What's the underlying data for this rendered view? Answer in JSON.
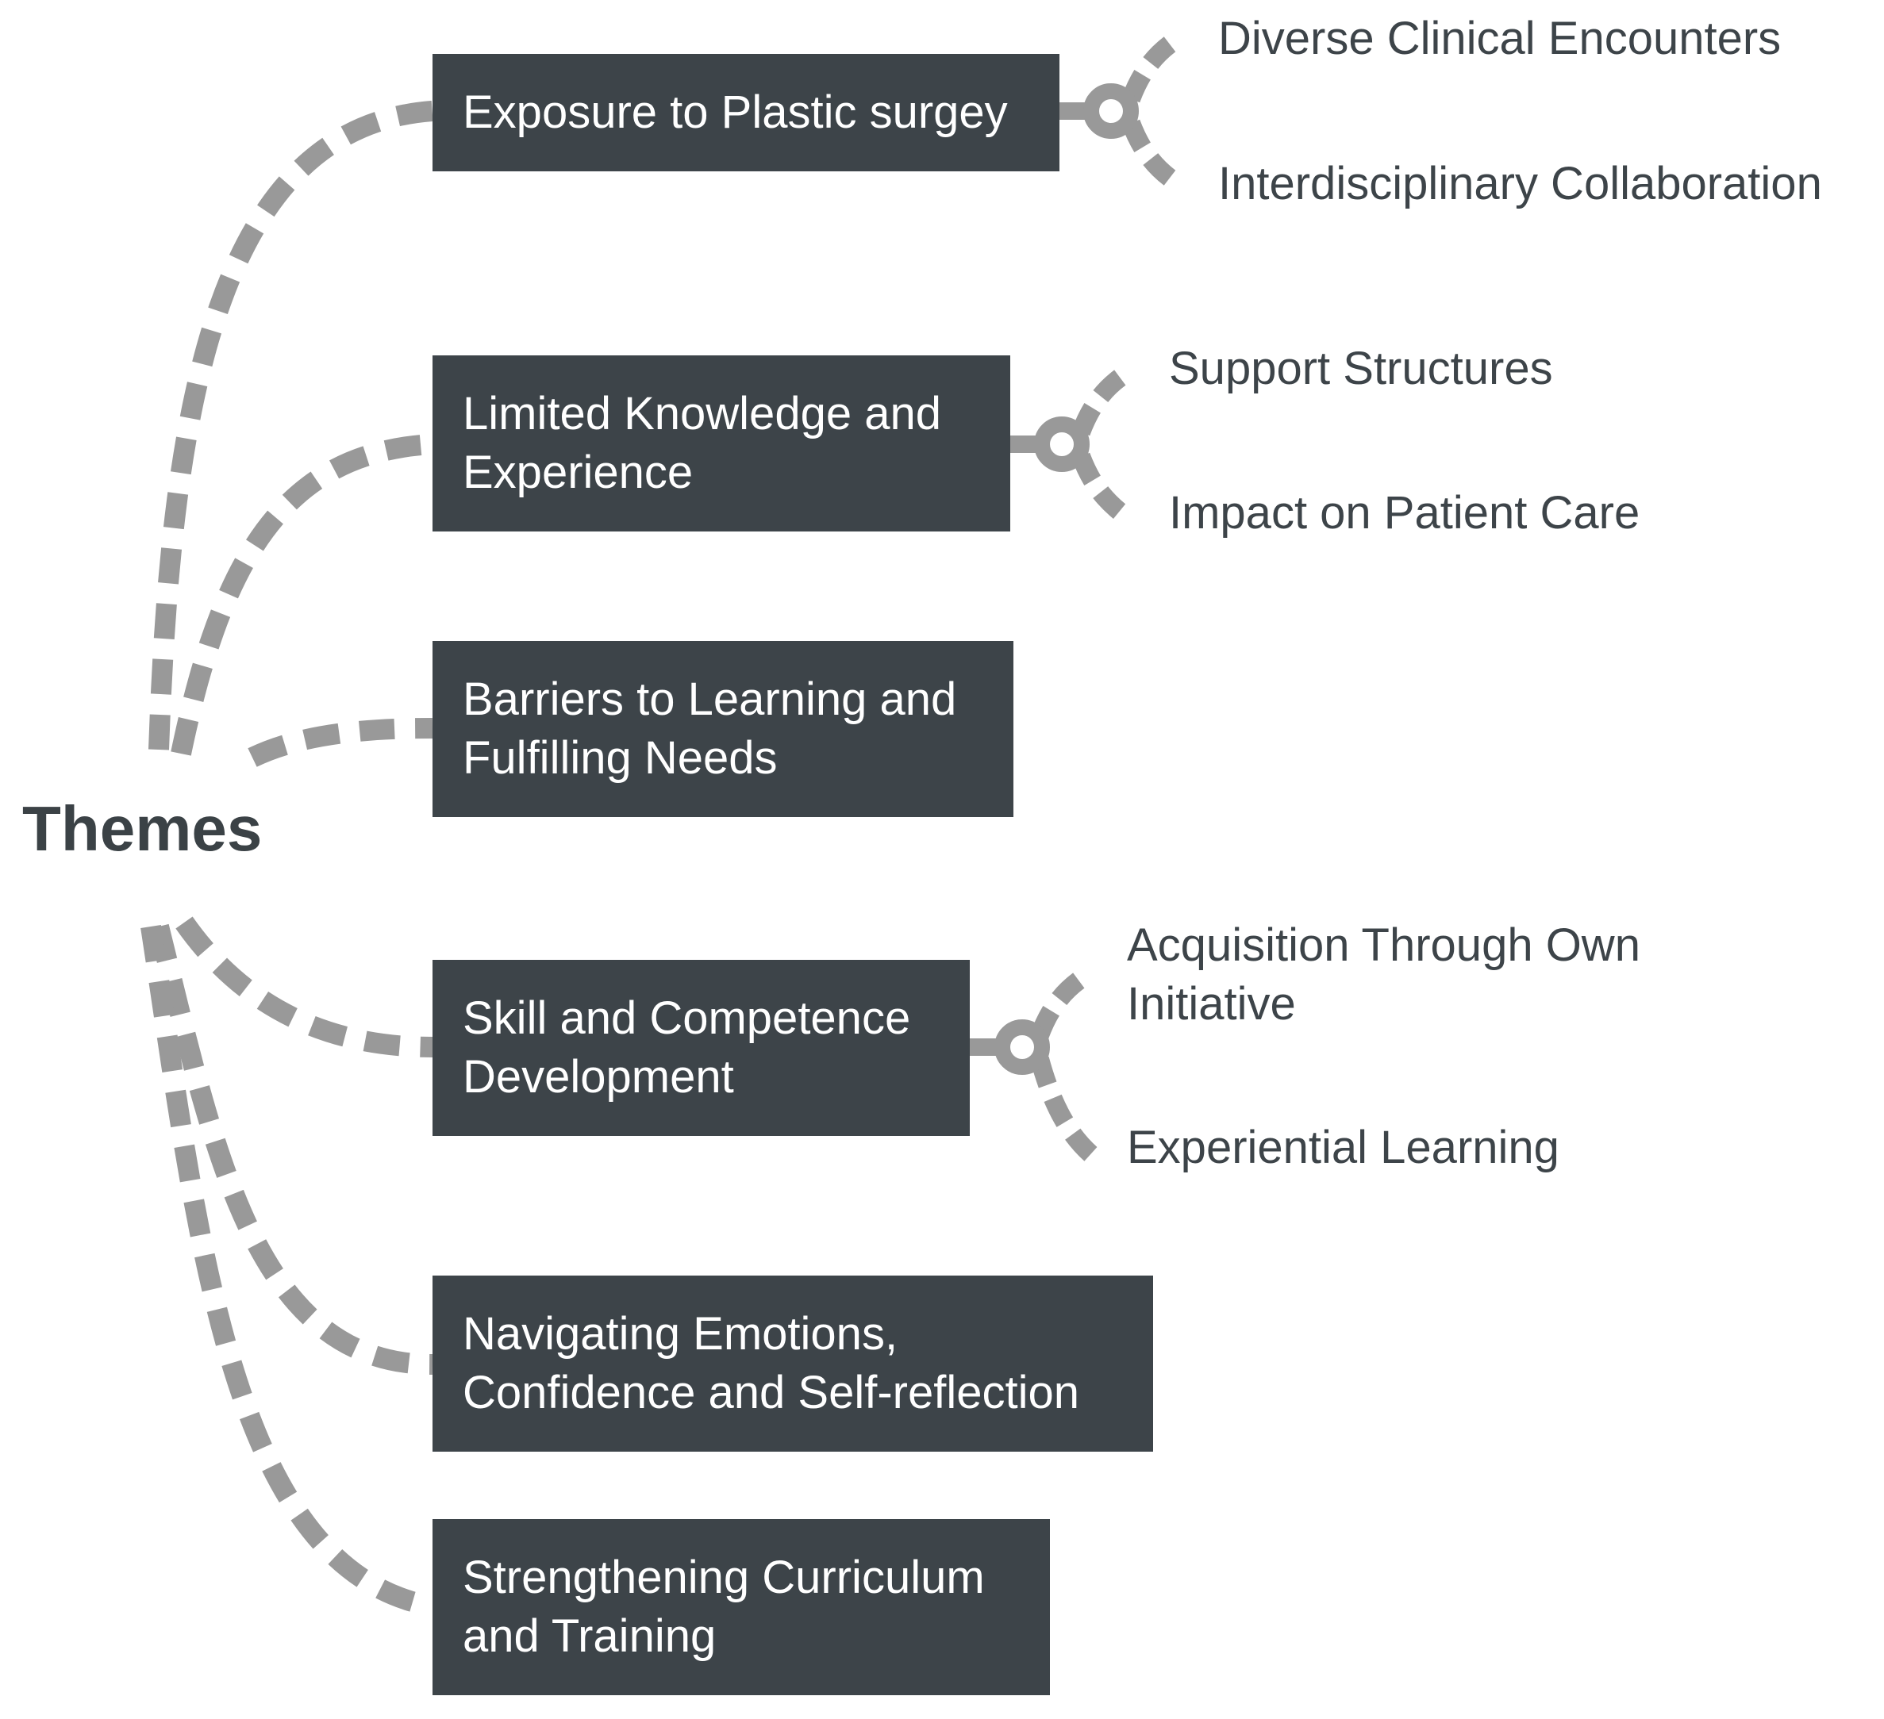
{
  "root": {
    "label": "Themes"
  },
  "themes": [
    {
      "lines": [
        "Exposure to Plastic surgey"
      ],
      "subthemes": [
        {
          "lines": [
            "Diverse Clinical Encounters"
          ]
        },
        {
          "lines": [
            "Interdisciplinary Collaboration"
          ]
        }
      ]
    },
    {
      "lines": [
        "Limited Knowledge and",
        "Experience"
      ],
      "subthemes": [
        {
          "lines": [
            "Support Structures"
          ]
        },
        {
          "lines": [
            "Impact on Patient Care"
          ]
        }
      ]
    },
    {
      "lines": [
        "Barriers to Learning and",
        "Fulfilling Needs"
      ],
      "subthemes": []
    },
    {
      "lines": [
        "Skill and Competence",
        "Development"
      ],
      "subthemes": [
        {
          "lines": [
            "Acquisition Through Own",
            "Initiative"
          ]
        },
        {
          "lines": [
            "Experiential Learning"
          ]
        }
      ]
    },
    {
      "lines": [
        "Navigating Emotions,",
        "Confidence and Self-reflection"
      ],
      "subthemes": []
    },
    {
      "lines": [
        "Strengthening Curriculum",
        "and Training"
      ],
      "subthemes": []
    }
  ],
  "colors": {
    "box_fill": "#3d4449",
    "box_text": "#ffffff",
    "connector": "#999999",
    "label_text": "#3d4449"
  }
}
